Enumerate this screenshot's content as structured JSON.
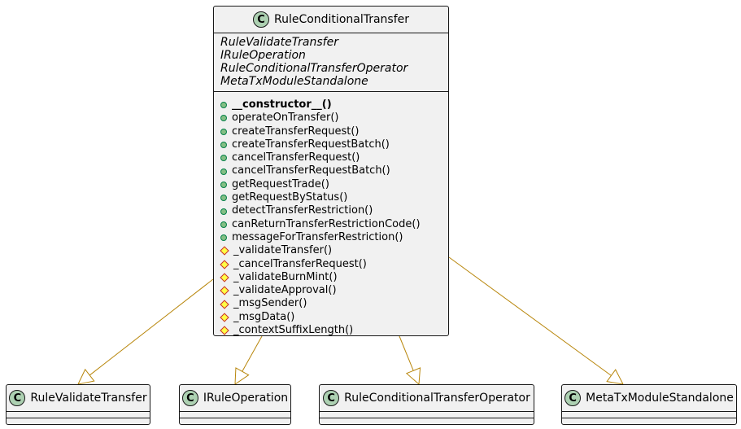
{
  "colors": {
    "class_fill": "#f1f1f1",
    "border": "#181818",
    "badge_fill": "#add1b2",
    "edge": "#b8860b"
  },
  "main_class": {
    "badge": "C",
    "name": "RuleConditionalTransfer",
    "implements": [
      "RuleValidateTransfer",
      "IRuleOperation",
      "RuleConditionalTransferOperator",
      "MetaTxModuleStandalone"
    ],
    "methods": [
      {
        "vis": "public",
        "label": "__constructor__()",
        "bold": true
      },
      {
        "vis": "public",
        "label": "operateOnTransfer()"
      },
      {
        "vis": "public",
        "label": "createTransferRequest()"
      },
      {
        "vis": "public",
        "label": "createTransferRequestBatch()"
      },
      {
        "vis": "public",
        "label": "cancelTransferRequest()"
      },
      {
        "vis": "public",
        "label": "cancelTransferRequestBatch()"
      },
      {
        "vis": "public",
        "label": "getRequestTrade()"
      },
      {
        "vis": "public",
        "label": "getRequestByStatus()"
      },
      {
        "vis": "public",
        "label": "detectTransferRestriction()"
      },
      {
        "vis": "public",
        "label": "canReturnTransferRestrictionCode()"
      },
      {
        "vis": "public",
        "label": "messageForTransferRestriction()"
      },
      {
        "vis": "protected",
        "label": "_validateTransfer()"
      },
      {
        "vis": "protected",
        "label": "_cancelTransferRequest()"
      },
      {
        "vis": "protected",
        "label": "_validateBurnMint()"
      },
      {
        "vis": "protected",
        "label": "_validateApproval()"
      },
      {
        "vis": "protected",
        "label": "_msgSender()"
      },
      {
        "vis": "protected",
        "label": "_msgData()"
      },
      {
        "vis": "protected",
        "label": "_contextSuffixLength()"
      }
    ]
  },
  "parents": [
    {
      "badge": "C",
      "name": "RuleValidateTransfer"
    },
    {
      "badge": "C",
      "name": "IRuleOperation"
    },
    {
      "badge": "C",
      "name": "RuleConditionalTransferOperator"
    },
    {
      "badge": "C",
      "name": "MetaTxModuleStandalone"
    }
  ]
}
